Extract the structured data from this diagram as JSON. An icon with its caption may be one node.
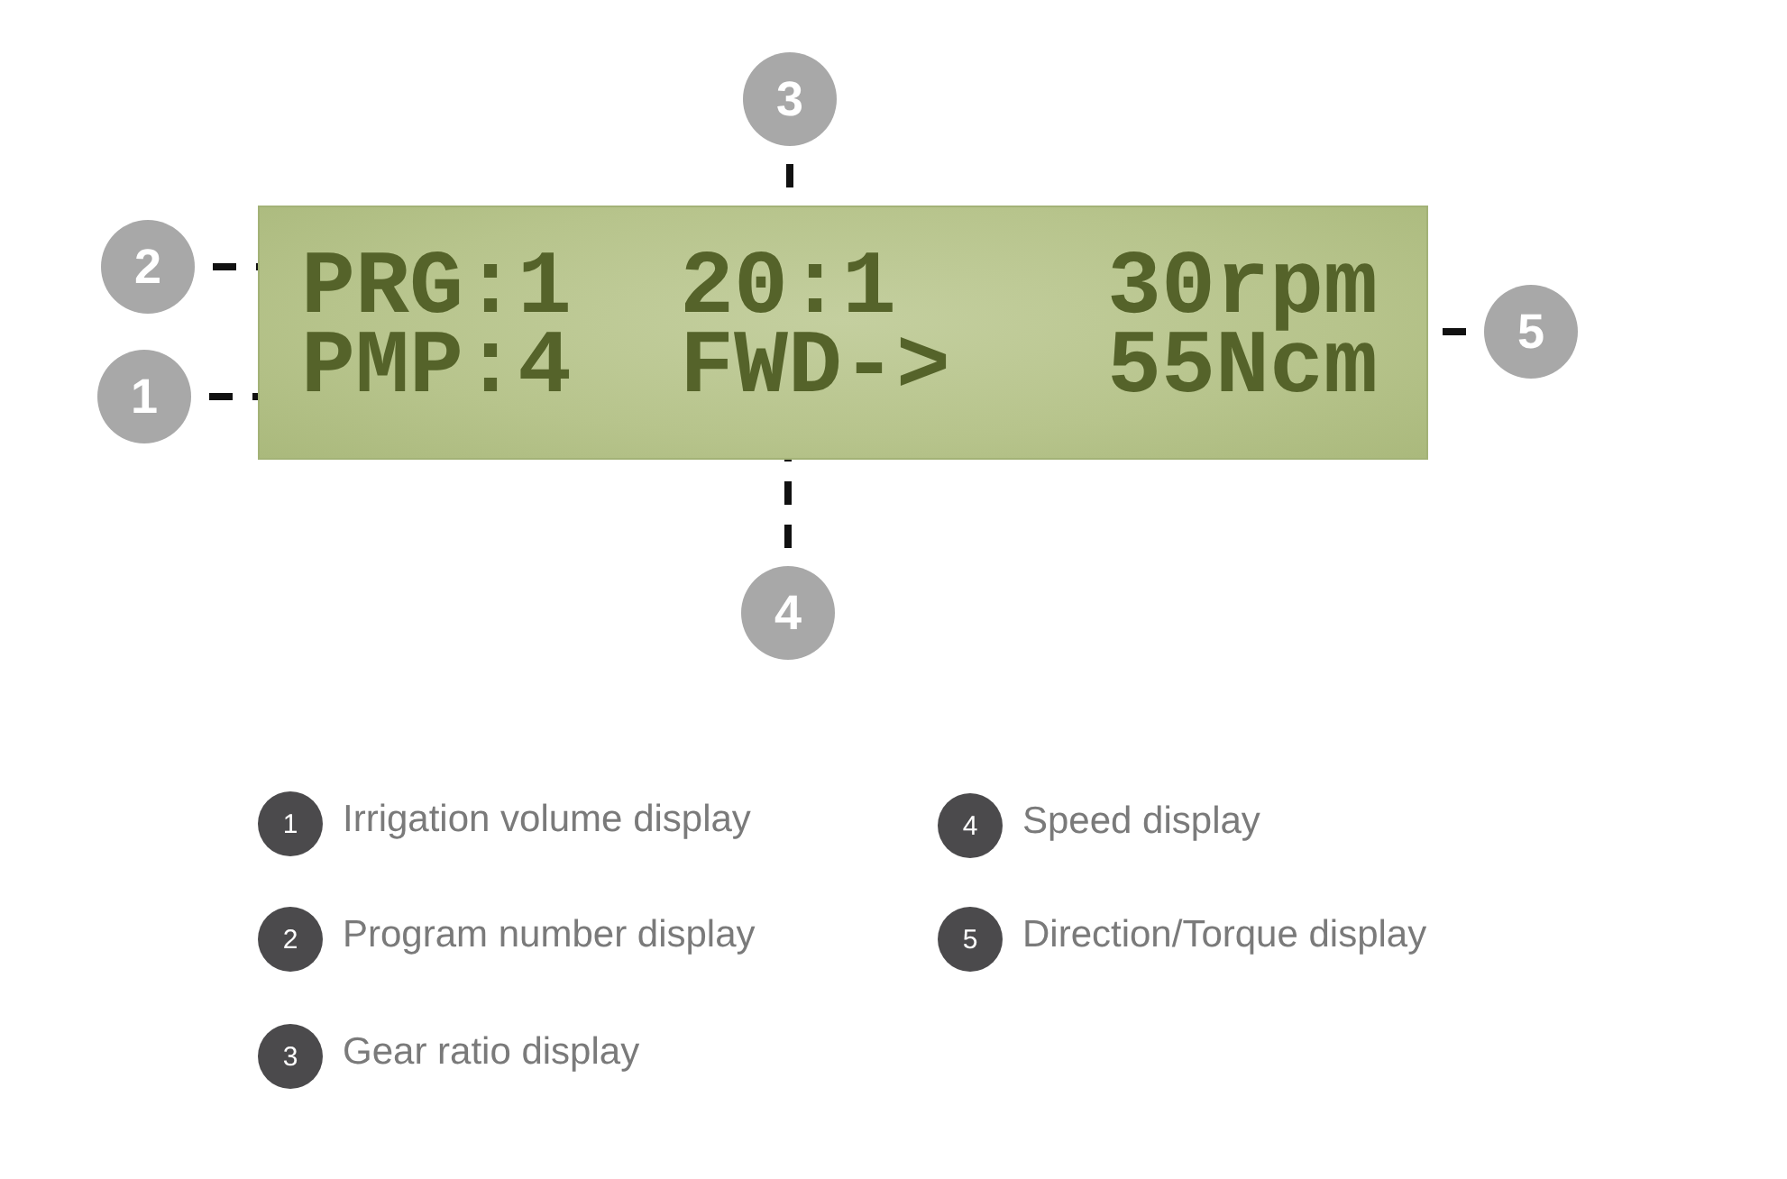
{
  "diagram": {
    "nodes": [
      {
        "text": [
          "3"
        ]
      },
      {
        "text": [
          "2"
        ]
      },
      {
        "text": [
          "PRG:1",
          "20:1",
          "30rpm",
          "PMP:4",
          "FWD->",
          "55Ncm"
        ]
      },
      {
        "text": [
          "5"
        ]
      },
      {
        "text": [
          "1"
        ]
      },
      {
        "text": [
          "4"
        ]
      },
      {
        "text": [
          "1"
        ],
        "beside": [
          "Irrigation volume display"
        ]
      },
      {
        "text": [
          "2"
        ],
        "beside": [
          "Program number display"
        ]
      },
      {
        "text": [
          "3"
        ],
        "beside": [
          "Gear ratio display"
        ]
      },
      {
        "text": [
          "4"
        ],
        "beside": [
          "Speed display"
        ]
      },
      {
        "text": [
          "5"
        ],
        "beside": [
          "Direction/Torque display"
        ]
      }
    ],
    "edges": [
      {
        "from": 0,
        "to": 2,
        "arrow": "none",
        "style": "dashed"
      },
      {
        "from": 1,
        "to": 2,
        "arrow": "none",
        "style": "dashed"
      },
      {
        "from": 3,
        "to": 2,
        "arrow": "none",
        "style": "dashed"
      },
      {
        "from": 4,
        "to": 2,
        "arrow": "none",
        "style": "dashed"
      },
      {
        "from": 5,
        "to": 2,
        "arrow": "none",
        "style": "dashed"
      }
    ]
  }
}
